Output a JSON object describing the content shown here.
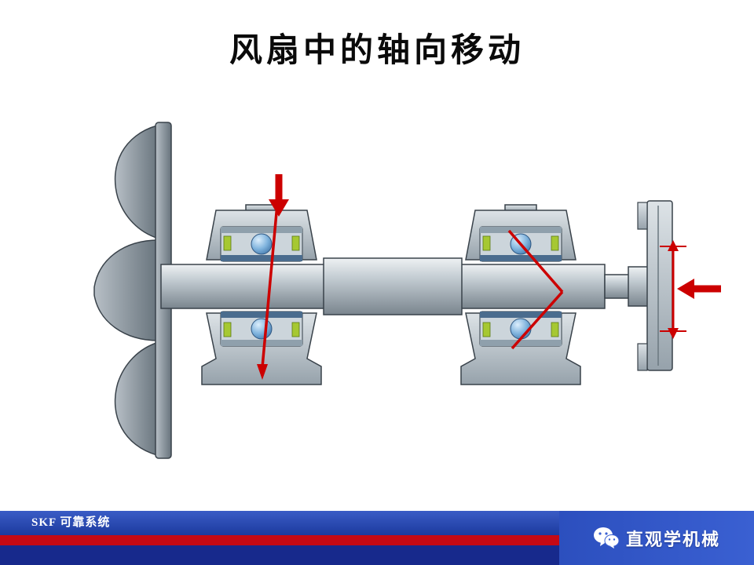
{
  "slide": {
    "title": "风扇中的轴向移动"
  },
  "footer": {
    "skf_label": "SKF 可靠系统",
    "wechat_label": "直观学机械"
  },
  "colors": {
    "arrow_red": "#cc0000",
    "footer_blue": "#1c3a9e",
    "footer_stripe_red": "#c50914",
    "footer_bottom_blue": "#17298c",
    "wechat_panel_blue": "#3054c8",
    "bearing_ball_blue": "#7fb3dd",
    "cage_green": "#a6c832",
    "metal_gray": "#9aa6ae"
  },
  "diagram": {
    "components": [
      "fan-impeller",
      "fan-shaft",
      "shaft-sleeve",
      "bearing-housing-left",
      "bearing-housing-right",
      "coupling-flange"
    ],
    "arrows": [
      "axial-load-down-arrow",
      "axial-float-line-left-bearing",
      "pivot-lines-right-bearing",
      "axial-load-left-arrow",
      "axial-float-bracket-flange"
    ]
  }
}
